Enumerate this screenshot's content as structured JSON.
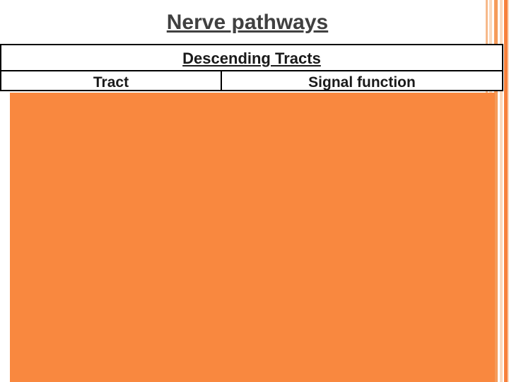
{
  "slide": {
    "title": "Nerve pathways",
    "table": {
      "caption": "Descending Tracts",
      "columns": [
        {
          "label": "Tract"
        },
        {
          "label": "Signal function"
        }
      ],
      "rows": []
    },
    "colors": {
      "body_fill": "#f9883f",
      "title_text": "#404040",
      "header_text": "#1a1a1a",
      "border": "#000000",
      "stripe_light": "#fbd9bd",
      "stripe_mid": "#f7b98a",
      "stripe_dark": "#f7803c"
    }
  }
}
